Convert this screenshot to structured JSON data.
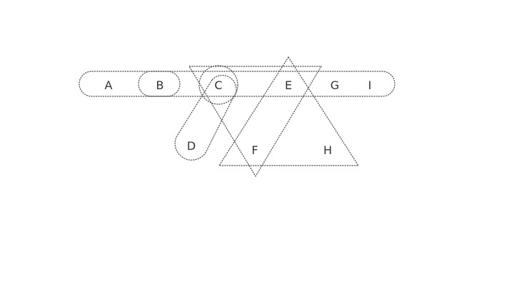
{
  "diagram": {
    "labels": {
      "a": "A",
      "b": "B",
      "c": "C",
      "d": "D",
      "e": "E",
      "f": "F",
      "g": "G",
      "h": "H",
      "i": "I"
    },
    "colors": {
      "stroke": "#555555",
      "text": "#333333",
      "background": "#ffffff"
    }
  }
}
